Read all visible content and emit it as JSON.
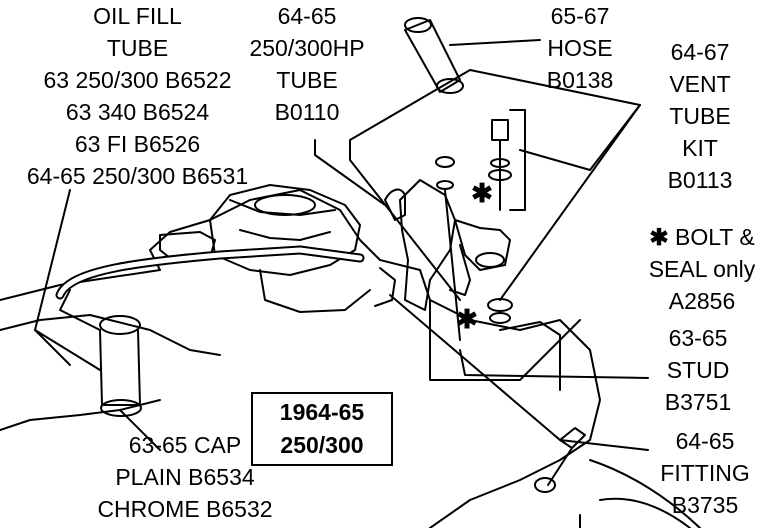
{
  "labels": {
    "oil_fill_tube": [
      "OIL FILL",
      "TUBE",
      "63 250/300 B6522",
      "63 340   B6524",
      "63 FI  B6526",
      "64-65 250/300 B6531"
    ],
    "tube_b0110": [
      "64-65",
      "250/300HP",
      "TUBE",
      "B0110"
    ],
    "hose_b0138": [
      "65-67",
      "HOSE",
      "B0138"
    ],
    "vent_tube_kit": [
      "64-67",
      "VENT",
      "TUBE",
      "KIT",
      "B0113"
    ],
    "bolt_seal": [
      "BOLT &",
      "SEAL only",
      "A2856"
    ],
    "stud": [
      "63-65",
      "STUD",
      "B3751"
    ],
    "fitting": [
      "64-65",
      "FITTING",
      "B3735"
    ],
    "cap": [
      "63-65 CAP",
      "PLAIN B6534",
      "CHROME B6532"
    ]
  },
  "year_box": [
    "1964-65",
    "250/300"
  ],
  "star_symbol": "✱",
  "colors": {
    "ink": "#000000",
    "paper": "#ffffff"
  }
}
